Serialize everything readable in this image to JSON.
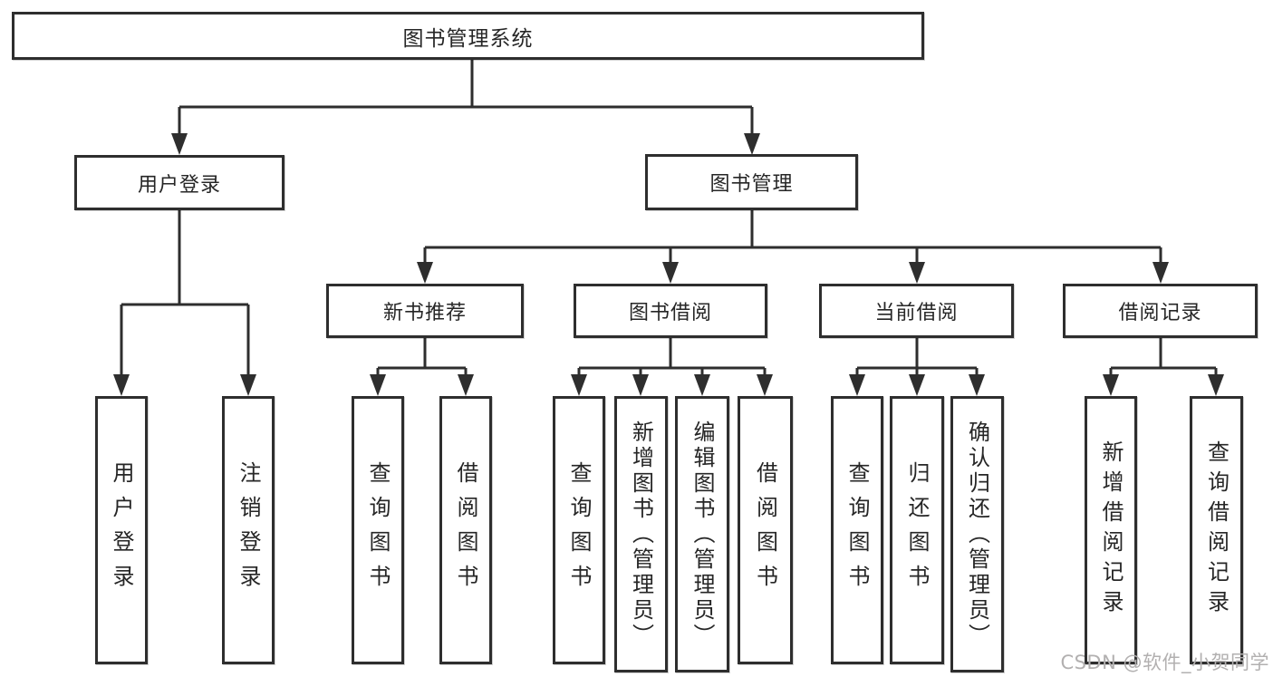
{
  "diagram": {
    "root_label": "图书管理系统",
    "branches": {
      "user_login": {
        "label": "用户登录",
        "children": [
          "用户登录",
          "注销登录"
        ]
      },
      "book_mgmt": {
        "label": "图书管理",
        "modules": {
          "new_book": {
            "label": "新书推荐",
            "children": [
              "查询图书",
              "借阅图书"
            ]
          },
          "book_borrow": {
            "label": "图书借阅",
            "children": [
              "查询图书",
              "新增图书（管理员）",
              "编辑图书（管理员）",
              "借阅图书"
            ]
          },
          "current_borrow": {
            "label": "当前借阅",
            "children": [
              "查询图书",
              "归还图书",
              "确认归还（管理员）"
            ]
          },
          "borrow_records": {
            "label": "借阅记录",
            "children": [
              "新增借阅记录",
              "查询借阅记录"
            ]
          }
        }
      }
    },
    "line_color": "#2e2e2e",
    "text_color": "#262626",
    "background_color": "#ffffff"
  },
  "watermark": {
    "text": "CSDN @软件_小贺同学",
    "color": "#b2b0b0"
  }
}
